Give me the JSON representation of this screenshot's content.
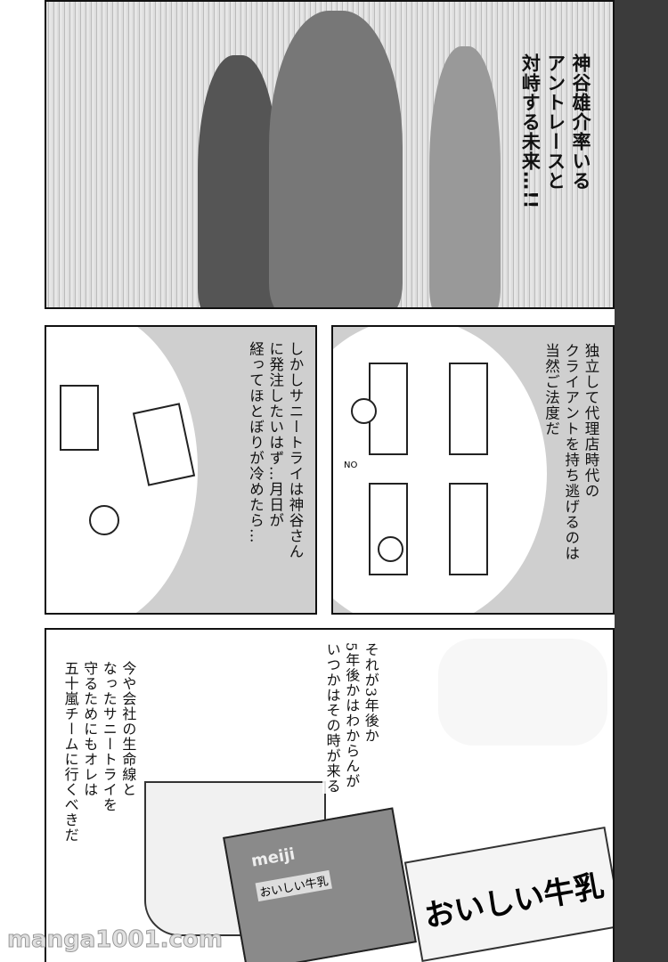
{
  "panel1": {
    "caption": [
      "神谷雄介率いる",
      "アントレースと",
      "対峙する未来…!!"
    ]
  },
  "panel2_right": {
    "caption": [
      "独立して代理店時代の",
      "クライアントを持ち逃げるのは",
      "当然ご法度だ"
    ],
    "sfx": "NO"
  },
  "panel2_left": {
    "caption": [
      "しかしサニートライは神谷さん",
      "に発注したいはず…月日が",
      "経ってほとぼりが冷めたら…"
    ]
  },
  "panel3": {
    "caption_right": [
      "それが3年後か",
      "5年後かはわからんが",
      "いつかはその時が来る"
    ],
    "caption_left": [
      "今や会社の生命線と",
      "なったサニートライを",
      "守るためにもオレは",
      "五十嵐チームに行くべきだ"
    ],
    "carton_brand": "meiji",
    "carton_label": "おいしい牛乳",
    "carton_side": "おいしい牛乳"
  },
  "watermark": "manga1001.com",
  "colors": {
    "side_strip": "#3b3b3b",
    "panel_tone": "#cfcfcf"
  }
}
